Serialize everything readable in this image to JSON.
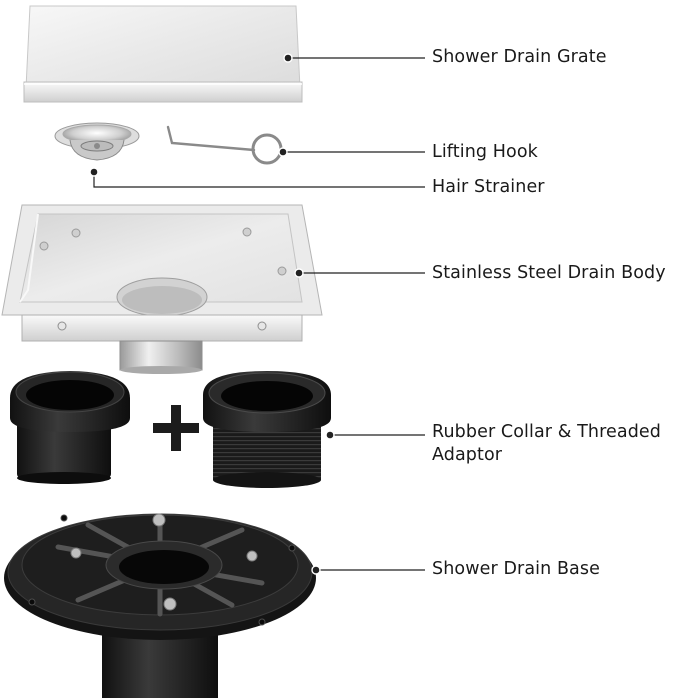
{
  "labels": {
    "grate": "Shower Drain Grate",
    "hook": "Lifting Hook",
    "strainer": "Hair Strainer",
    "body": "Stainless Steel Drain Body",
    "collar_line1": "Rubber Collar & Threaded",
    "collar_line2": "Adaptor",
    "base": "Shower Drain Base"
  },
  "colors": {
    "steel_light": "#f2f2f2",
    "steel_mid": "#d9d9d9",
    "steel_dark": "#a8a8a8",
    "rubber": "#1b1b1b",
    "leader": "#222222"
  }
}
